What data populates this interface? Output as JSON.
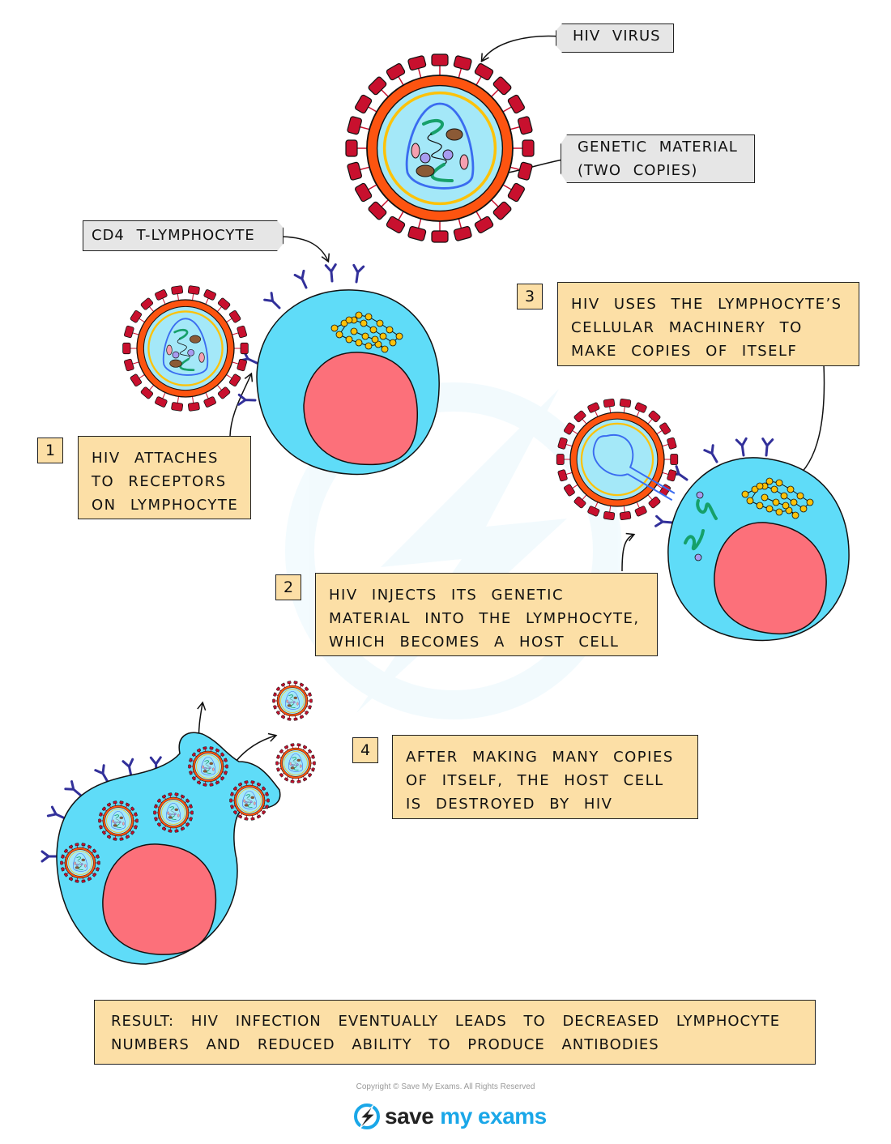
{
  "labels": {
    "hiv_virus": "HIV VIRUS",
    "genetic_material": [
      "GENETIC MATERIAL",
      "(TWO COPIES)"
    ],
    "cd4": "CD4 T-LYMPHOCYTE"
  },
  "steps": [
    {
      "number": "1",
      "lines": [
        "HIV ATTACHES",
        "TO RECEPTORS",
        "ON LYMPHOCYTE"
      ]
    },
    {
      "number": "2",
      "lines": [
        "HIV INJECTS ITS GENETIC",
        "MATERIAL INTO THE LYMPHOCYTE,",
        "WHICH BECOMES A HOST CELL"
      ]
    },
    {
      "number": "3",
      "lines": [
        "HIV USES THE LYMPHOCYTE’S",
        "CELLULAR MACHINERY TO",
        "MAKE COPIES OF ITSELF"
      ]
    },
    {
      "number": "4",
      "lines": [
        "AFTER MAKING MANY COPIES",
        "OF ITSELF, THE HOST CELL",
        "IS DESTROYED BY HIV"
      ]
    }
  ],
  "result": [
    "RESULT: HIV INFECTION EVENTUALLY LEADS TO DECREASED LYMPHOCYTE",
    "NUMBERS AND REDUCED ABILITY TO PRODUCE ANTIBODIES"
  ],
  "footer": {
    "copyright": "Copyright © Save My Exams. All Rights Reserved",
    "logo_word1": "save",
    "logo_word2": "my exams"
  },
  "colors": {
    "cell_cytoplasm": "#5fdcf8",
    "nucleus": "#fc707a",
    "virus_envelope": "#fd5410",
    "virus_spike": "#c8102e",
    "capsid_ring": "#fcc20a",
    "virus_core": "#a4e8f8",
    "capsid": "#3a6cf0",
    "rna": "#16a06a",
    "receptor": "#32309a",
    "label_fill": "#e6e6e6",
    "box_fill": "#fcdfa6",
    "brand": "#1aa7e8"
  }
}
